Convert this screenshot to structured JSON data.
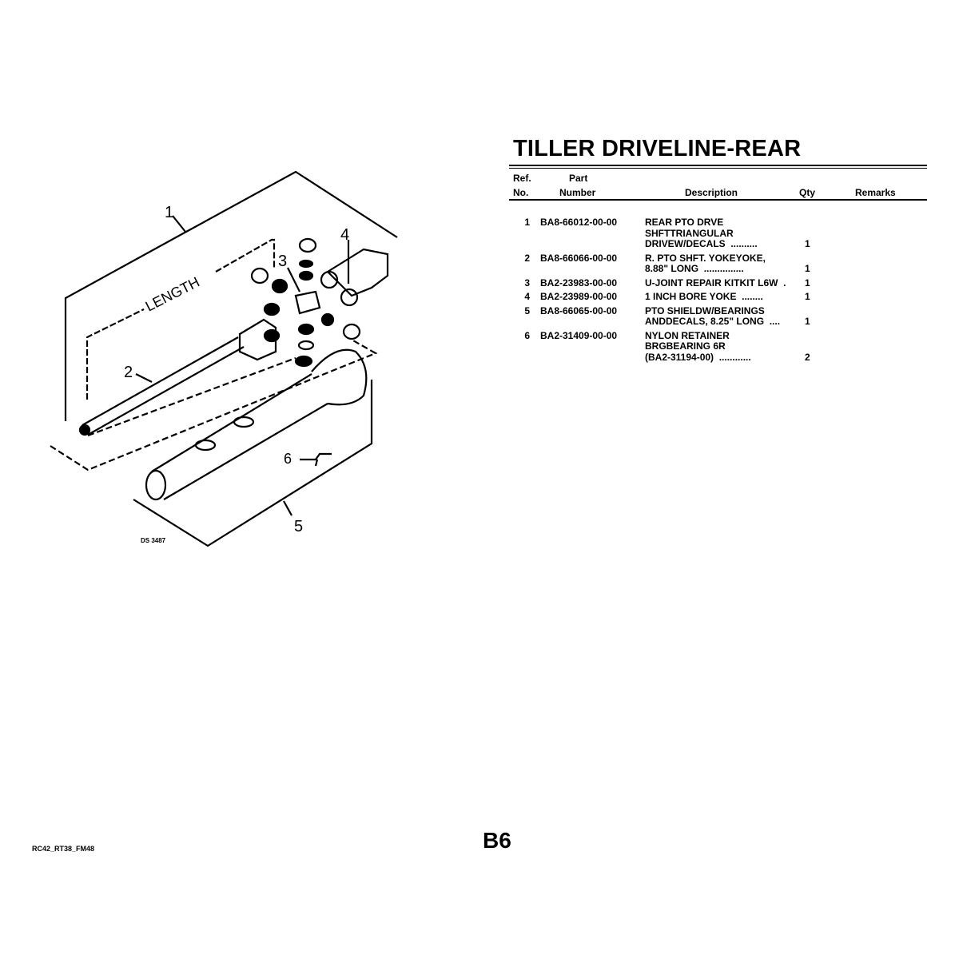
{
  "title": "TILLER DRIVELINE-REAR",
  "table": {
    "headers": {
      "ref_line1": "Ref.",
      "ref_line2": "No.",
      "part_line1": "Part",
      "part_line2": "Number",
      "description": "Description",
      "qty": "Qty",
      "remarks": "Remarks"
    },
    "rows": [
      {
        "ref": "1",
        "part": "BA8-66012-00-00",
        "desc": [
          "REAR PTO DRVE",
          "SHFTTRIANGULAR",
          "DRIVEW/DECALS  .........."
        ],
        "qty": "1"
      },
      {
        "ref": "2",
        "part": "BA8-66066-00-00",
        "desc": [
          "R. PTO SHFT. YOKEYOKE,",
          "8.88\" LONG  ..............."
        ],
        "qty": "1"
      },
      {
        "ref": "3",
        "part": "BA2-23983-00-00",
        "desc": [
          "U-JOINT REPAIR KITKIT L6W  ."
        ],
        "qty": "1"
      },
      {
        "ref": "4",
        "part": "BA2-23989-00-00",
        "desc": [
          "1 INCH BORE YOKE  ........"
        ],
        "qty": "1"
      },
      {
        "ref": "5",
        "part": "BA8-66065-00-00",
        "desc": [
          "PTO SHIELDW/BEARINGS",
          "ANDDECALS, 8.25\" LONG  ...."
        ],
        "qty": "1"
      },
      {
        "ref": "6",
        "part": "BA2-31409-00-00",
        "desc": [
          "NYLON RETAINER",
          "BRGBEARING 6R",
          "(BA2-31194-00)  ............"
        ],
        "qty": "2"
      }
    ]
  },
  "diagram": {
    "callouts": [
      "1",
      "2",
      "3",
      "4",
      "5",
      "6"
    ],
    "length_label": "LENGTH",
    "drawing_code": "DS 3487"
  },
  "footer": {
    "doc_id": "RC42_RT38_FM48",
    "page": "B6"
  }
}
